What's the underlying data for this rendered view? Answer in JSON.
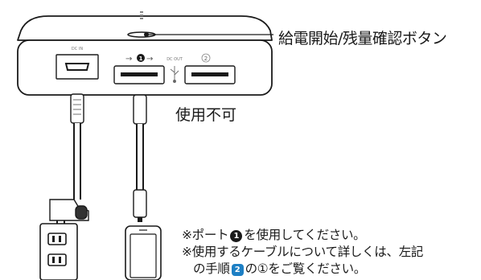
{
  "device": {
    "dc_in_label": "DC IN",
    "dc_out_label": "DC OUT",
    "port1_arrow_label": "→ 1 →",
    "port1_number": "1",
    "port2_number": "2"
  },
  "callouts": {
    "button_label": "給電開始/残量確認ボタン",
    "unusable_label": "使用不可"
  },
  "notes": {
    "line1_prefix": "※ポート",
    "line1_badge": "1",
    "line1_suffix": "を使用してください。",
    "line2": "※使用するケーブルについて詳しくは、左記",
    "line3_prefix": "の手順",
    "line3_badge": "2",
    "line3_suffix": "の①をご覧ください。"
  },
  "colors": {
    "outline": "#1a1a1a",
    "step_badge": "#1d7fc4"
  }
}
